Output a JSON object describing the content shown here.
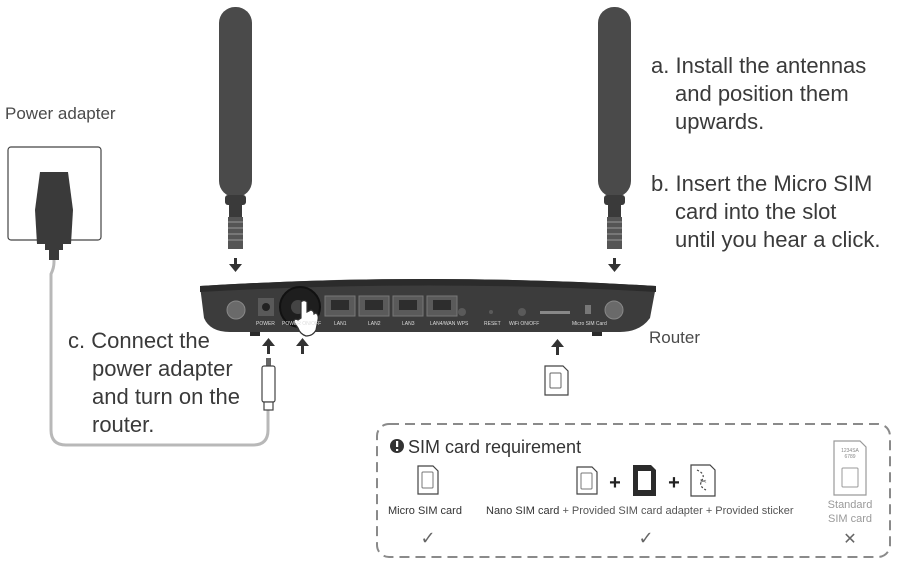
{
  "steps": {
    "a": {
      "letter": "a.",
      "lines": [
        "Install the antennas",
        "and position them",
        "upwards."
      ]
    },
    "b": {
      "letter": "b.",
      "lines": [
        "Insert the Micro SIM",
        "card into the slot",
        "until you hear a click."
      ]
    },
    "c": {
      "letter": "c.",
      "lines": [
        "Connect the",
        "power adapter",
        "and turn on the",
        "router."
      ]
    }
  },
  "labels": {
    "power_adapter": "Power adapter",
    "router": "Router"
  },
  "router_ports": {
    "power": "POWER",
    "power_btn": "POWER ON/OFF",
    "lan1": "LAN1",
    "lan2": "LAN2",
    "lan3": "LAN3",
    "lan4": "LAN4/WAN",
    "wps": "WPS",
    "reset": "RESET",
    "wifi": "WiFi ON/OFF",
    "sim": "Micro SIM Card"
  },
  "requirement": {
    "icon": "exclamation-circle-icon",
    "title": "SIM card requirement",
    "micro_sim": "Micro SIM card",
    "nano_sim": "Nano SIM card",
    "nano_rest": "+ Provided SIM card adapter + Provided sticker",
    "plus": "+",
    "standard_line1": "Standard",
    "standard_line2": "SIM card",
    "standard_chip_line1": "1234SA",
    "standard_chip_line2": "6789",
    "check": "✓",
    "cross": "✕"
  }
}
